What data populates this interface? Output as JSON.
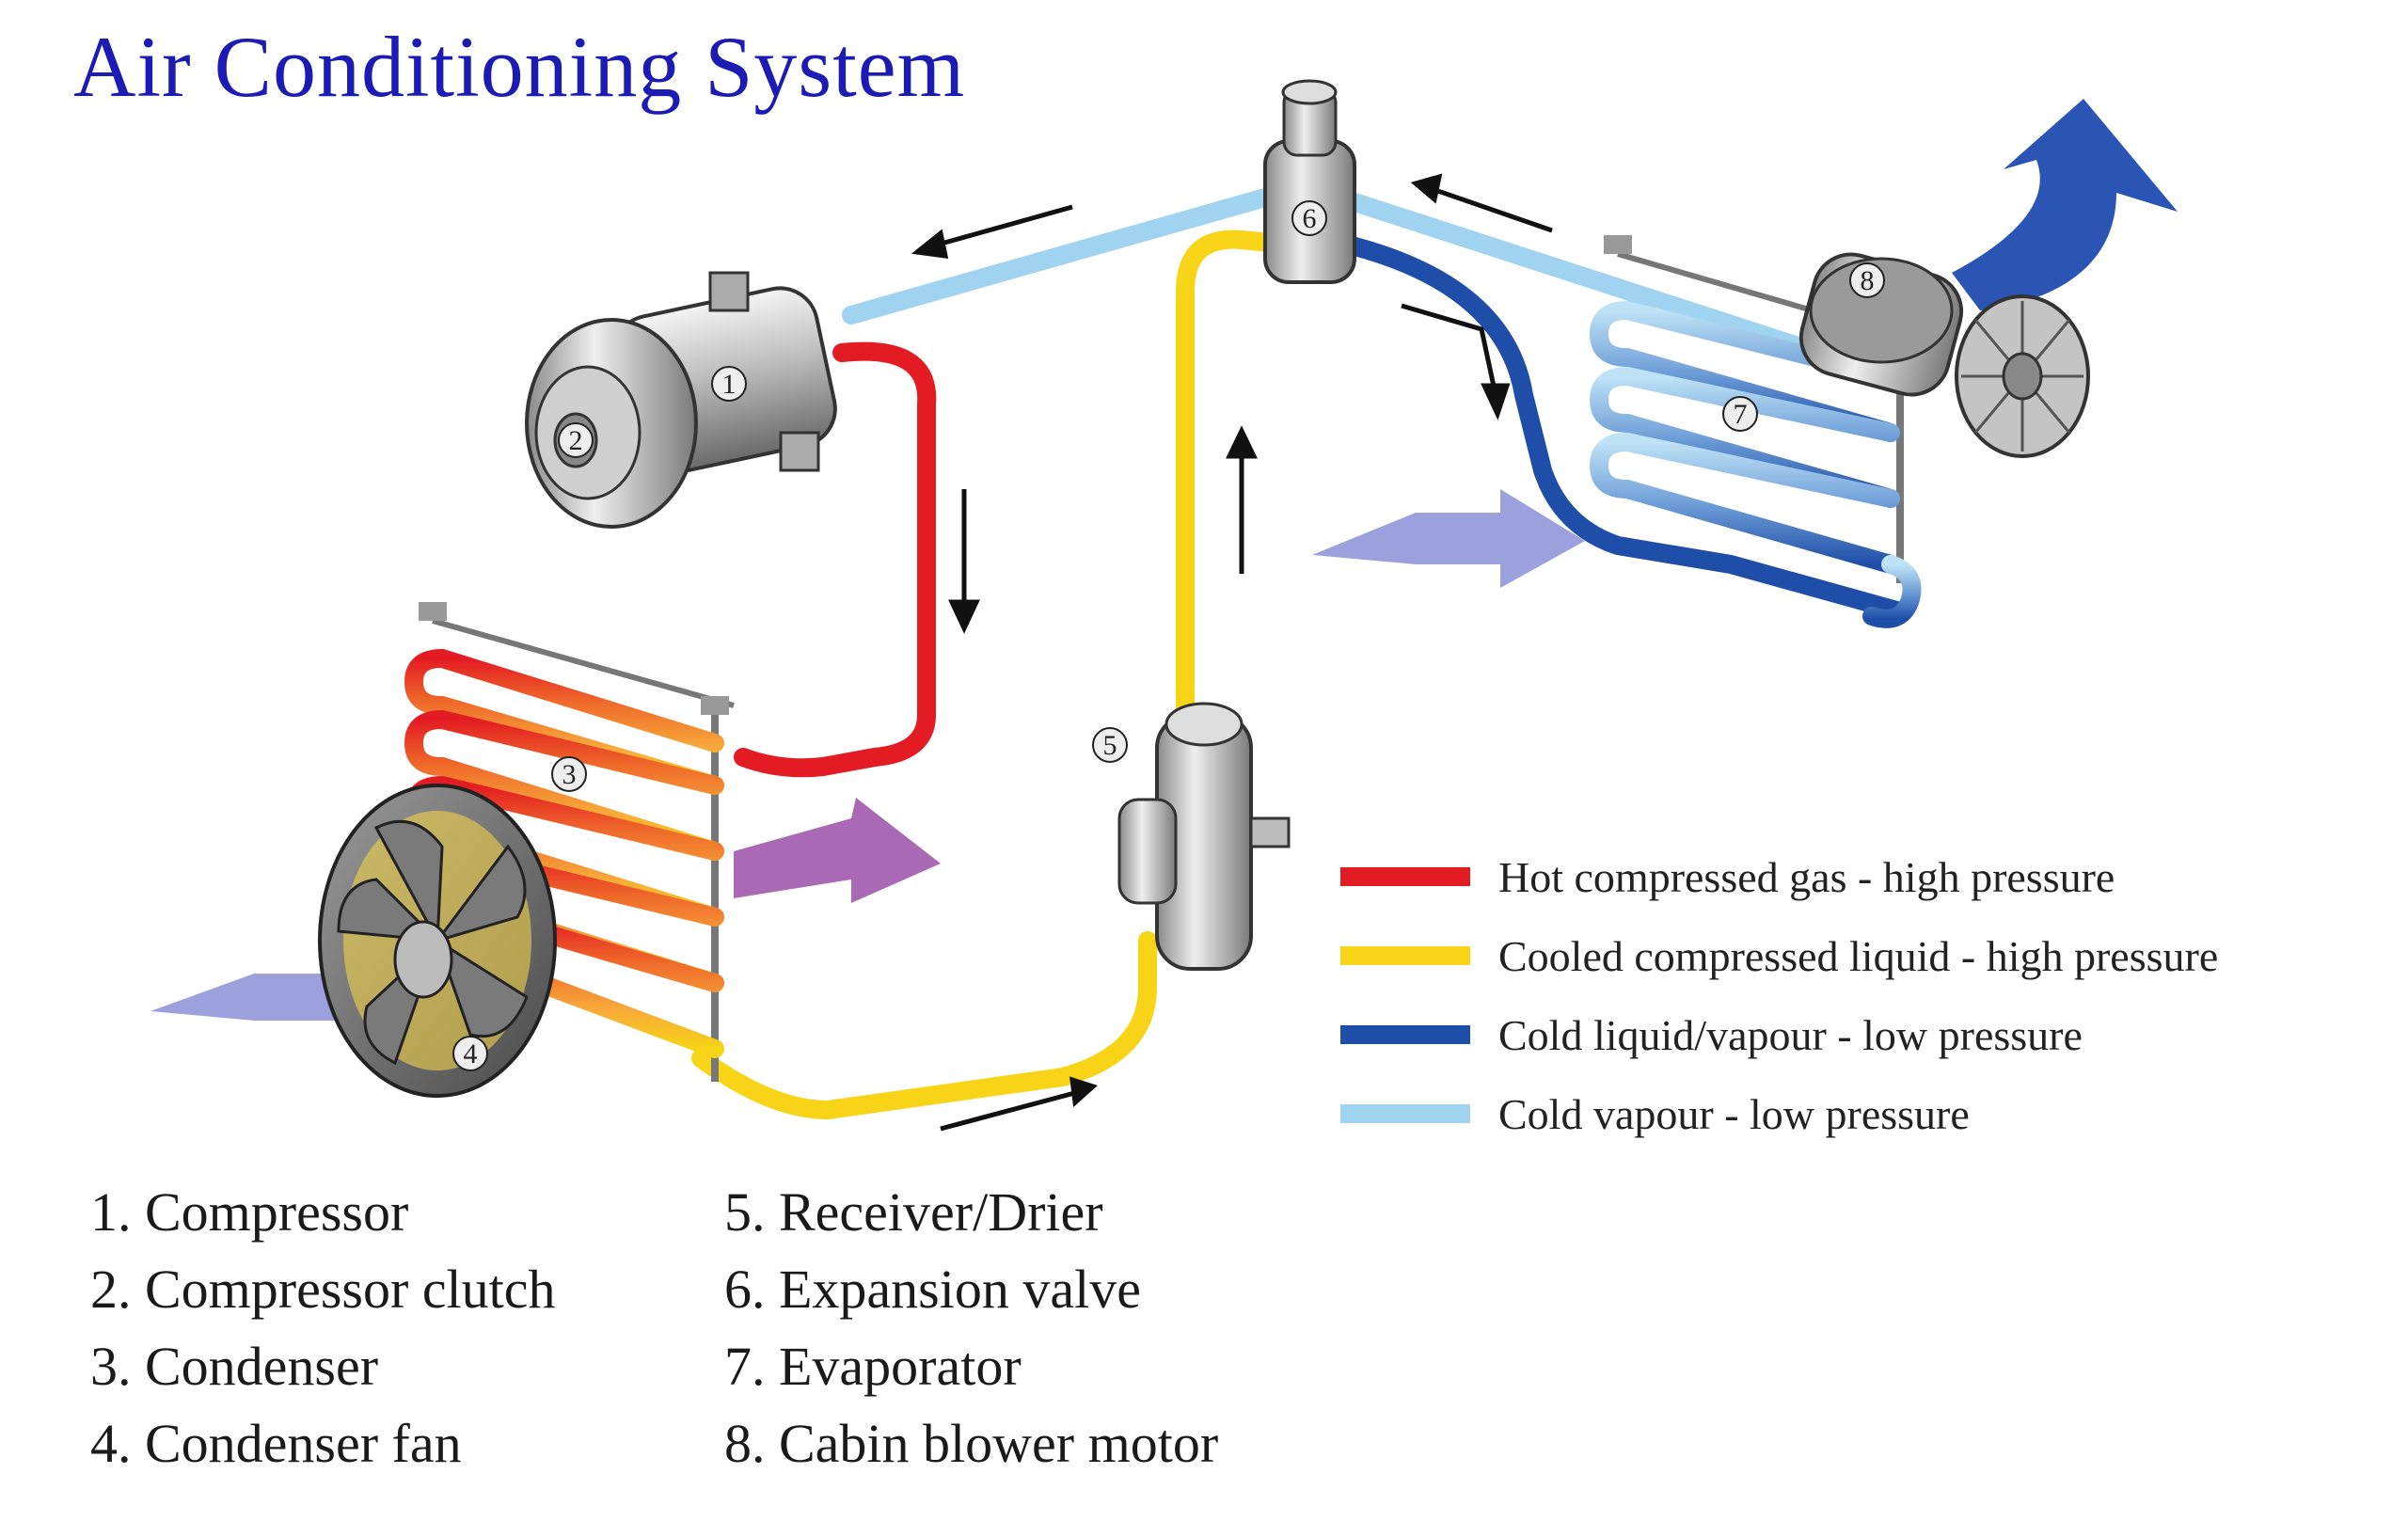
{
  "title": "Air Conditioning System",
  "legend": [
    {
      "label": "Hot compressed gas - high pressure",
      "color": "#e31b23"
    },
    {
      "label": "Cooled compressed liquid - high pressure",
      "color": "#f7d417"
    },
    {
      "label": "Cold liquid/vapour - low pressure",
      "color": "#1f4ea8"
    },
    {
      "label": "Cold vapour - low pressure",
      "color": "#9fd3f0"
    }
  ],
  "parts": [
    {
      "num": "1.",
      "name": "Compressor"
    },
    {
      "num": "2.",
      "name": "Compressor clutch"
    },
    {
      "num": "3.",
      "name": "Condenser"
    },
    {
      "num": "4.",
      "name": "Condenser fan"
    },
    {
      "num": "5.",
      "name": "Receiver/Drier"
    },
    {
      "num": "6.",
      "name": "Expansion valve"
    },
    {
      "num": "7.",
      "name": "Evaporator"
    },
    {
      "num": "8.",
      "name": "Cabin blower motor"
    }
  ],
  "markers": [
    "1",
    "2",
    "3",
    "4",
    "5",
    "6",
    "7",
    "8"
  ],
  "colors": {
    "title": "#1c1cb4",
    "airflow_in": "#8b8fd6",
    "airflow_hot": "#9b4fa8",
    "airflow_out": "#2a55b5"
  }
}
